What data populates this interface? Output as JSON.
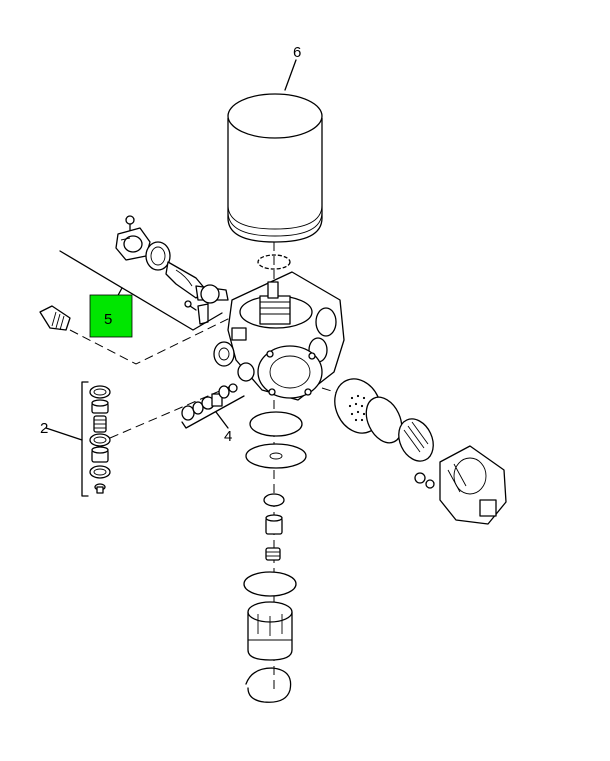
{
  "callouts": {
    "filter_cartridge": "6",
    "governor_kit": "5",
    "check_valve_kit_left": "2",
    "check_valve_kit_center": "4"
  },
  "colors": {
    "highlight_fill": "#00e600",
    "line": "#000000",
    "background": "#ffffff"
  }
}
